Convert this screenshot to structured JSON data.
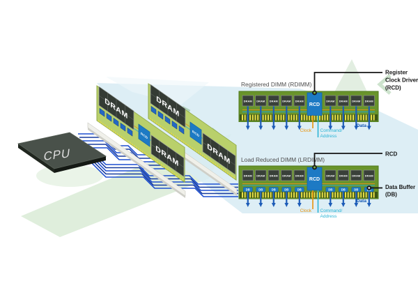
{
  "colors": {
    "pcb_green": "#69942b",
    "chip_dark": "#394039",
    "rcd_blue": "#1d7ac4",
    "pin_gold": "#e9e04a",
    "arrow_blue": "#1d5cb8",
    "clock_orange": "#e8930c",
    "command_cyan": "#2ab4d6",
    "data_blue": "#1256b4",
    "beam_light_blue": "#d8ecf4",
    "watermark_green": "#cfe6cb",
    "callout_black": "#151515"
  },
  "iso": {
    "cpu_label": "CPU",
    "boards": [
      {
        "dram_top": "DRAM",
        "dram_bottom": "DRAM",
        "rcd": "RCD"
      },
      {
        "dram_top": "DRAM",
        "dram_bottom": "DRAM",
        "rcd": "RCD"
      }
    ]
  },
  "rdimm": {
    "title": "Registered DIMM (RDIMM)",
    "chips": [
      "DRAM",
      "DRAM",
      "DRAM",
      "DRAM",
      "DRAM",
      "DRAM",
      "DRAM",
      "DRAM",
      "DRAM"
    ],
    "rcd": "RCD",
    "labels": {
      "clock": "Clock",
      "command": "Command/",
      "address": "Address",
      "data": "Data"
    },
    "callout": {
      "line1": "Register",
      "line2": "Clock Driver",
      "line3": "(RCD)"
    }
  },
  "lrdimm": {
    "title": "Load Reduced DIMM (LRDIMM)",
    "chips": [
      "DRAM",
      "DRAM",
      "DRAM",
      "DRAM",
      "DRAM",
      "DRAM",
      "DRAM",
      "DRAM",
      "DRAM"
    ],
    "buffers": [
      "DB",
      "DB",
      "DB",
      "DB",
      "DB",
      "DB",
      "DB",
      "DB",
      "DB"
    ],
    "rcd": "RCD",
    "labels": {
      "clock": "Clock",
      "command": "Command/",
      "address": "Address",
      "data": "Data"
    },
    "callouts": {
      "rcd": "RCD",
      "db_line1": "Data Buffer",
      "db_line2": "(DB)"
    }
  }
}
